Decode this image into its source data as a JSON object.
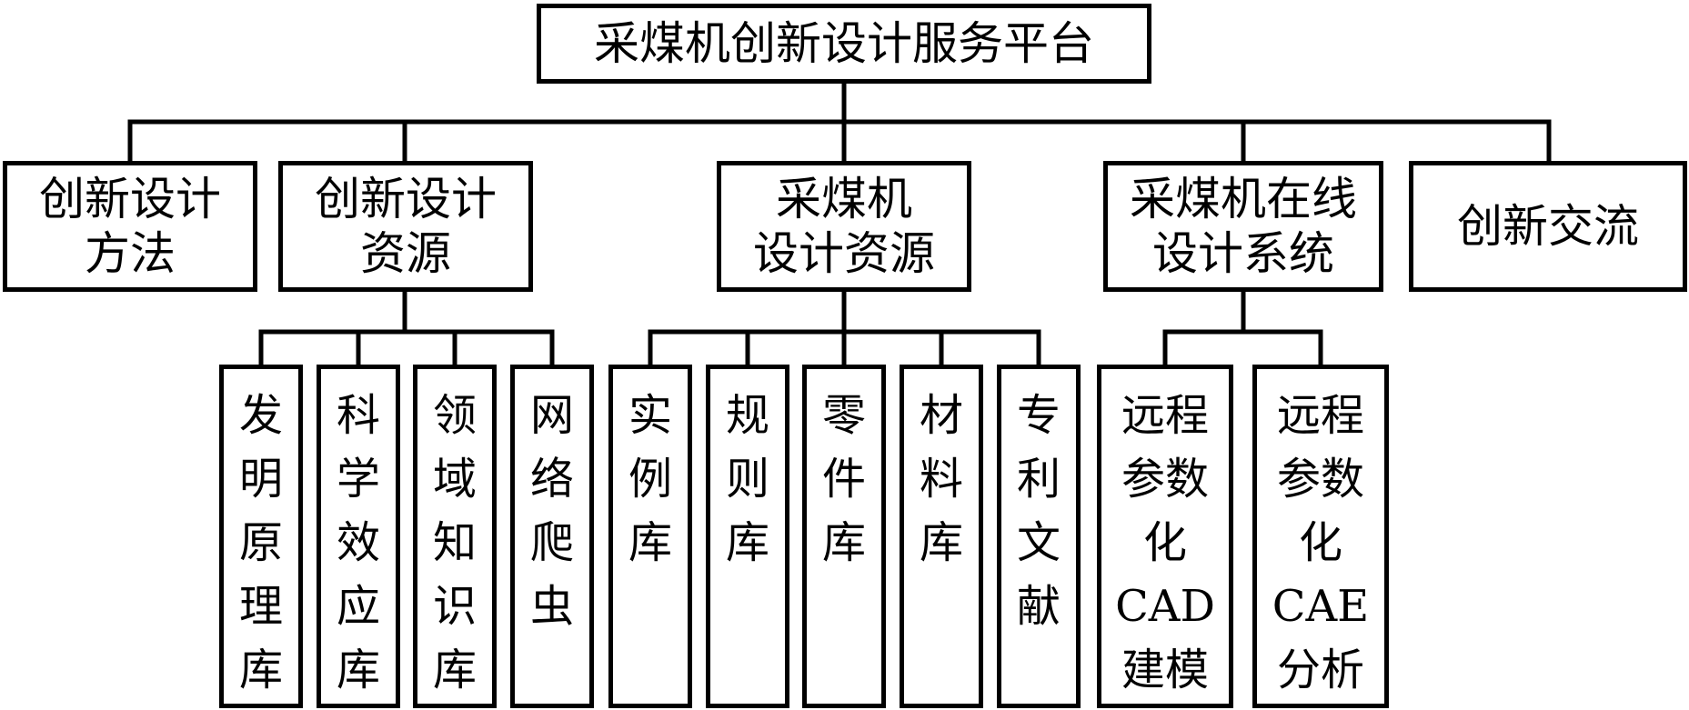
{
  "root": {
    "label": "采煤机创新设计服务平台"
  },
  "level1": [
    {
      "line1": "创新设计",
      "line2": "方法"
    },
    {
      "line1": "创新设计",
      "line2": "资源"
    },
    {
      "line1": "采煤机",
      "line2": "设计资源"
    },
    {
      "line1": "采煤机在线",
      "line2": "设计系统"
    },
    {
      "line1": "创新交流",
      "line2": ""
    }
  ],
  "level2": [
    {
      "lines": [
        "发明原理库"
      ]
    },
    {
      "lines": [
        "科学效应库"
      ]
    },
    {
      "lines": [
        "领域知识库"
      ]
    },
    {
      "lines": [
        "网络爬虫"
      ]
    },
    {
      "lines": [
        "实例库"
      ]
    },
    {
      "lines": [
        "规则库"
      ]
    },
    {
      "lines": [
        "零件库"
      ]
    },
    {
      "lines": [
        "材料库"
      ]
    },
    {
      "lines": [
        "专利文献"
      ]
    },
    {
      "lines": [
        "远程参数化",
        "CAD",
        "建模"
      ]
    },
    {
      "lines": [
        "远程参数化",
        "CAE",
        "分析"
      ]
    }
  ]
}
